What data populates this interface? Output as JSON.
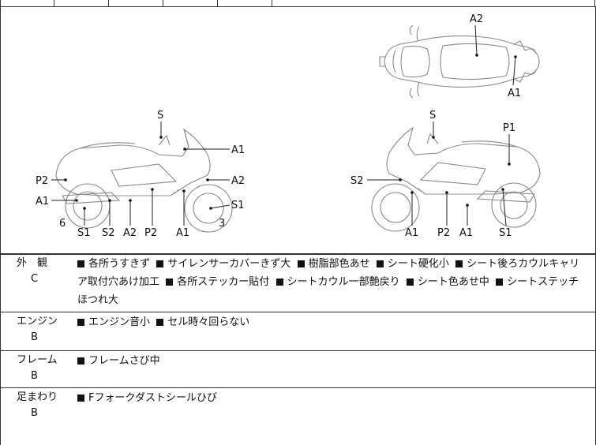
{
  "diagram": {
    "top_view": {
      "labels": [
        "A2",
        "A1"
      ]
    },
    "left_view": {
      "labels": [
        "S",
        "A1",
        "A2",
        "S1",
        "3",
        "P2",
        "A1",
        "6",
        "S1",
        "S2",
        "A2",
        "P2",
        "A1"
      ]
    },
    "right_view": {
      "labels": [
        "S",
        "P1",
        "S2",
        "A1",
        "P2",
        "A1",
        "S1"
      ]
    }
  },
  "rows": [
    {
      "name": "外　観",
      "grade": "C",
      "items": [
        "各所うすきず",
        "サイレンサーカバーきず大",
        "樹脂部色あせ",
        "シート硬化小",
        "シート後ろカウルキャリア取付穴あけ加工",
        "各所ステッカー貼付",
        "シートカウル一部艶戻り",
        "シート色あせ中",
        "シートステッチほつれ大"
      ]
    },
    {
      "name": "エンジン",
      "grade": "B",
      "items": [
        "エンジン音小",
        "セル時々回らない"
      ]
    },
    {
      "name": "フレーム",
      "grade": "B",
      "items": [
        "フレームさび中"
      ]
    },
    {
      "name": "足まわり",
      "grade": "B",
      "items": [
        "Fフォークダストシールひび"
      ]
    }
  ]
}
